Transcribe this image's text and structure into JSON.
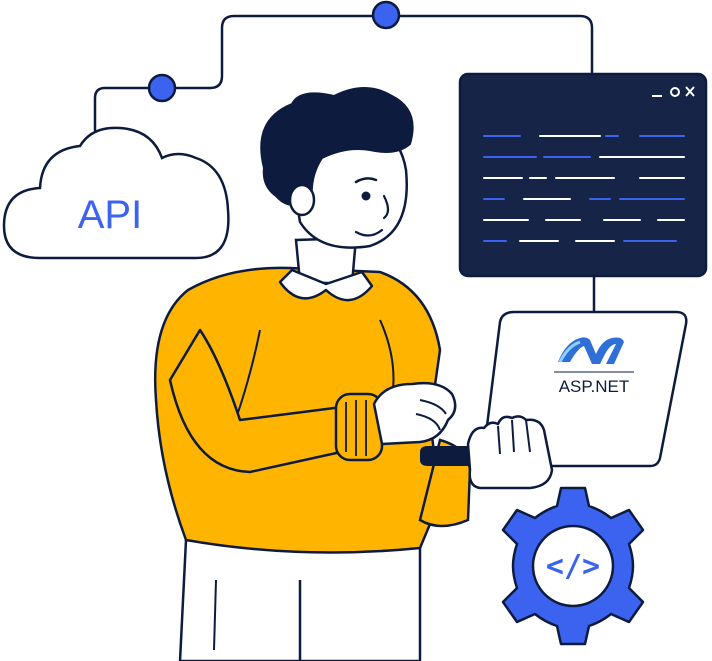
{
  "cloud": {
    "label": "API"
  },
  "laptop": {
    "brand_label": "ASP.NET",
    "logo": "asp-net-logo"
  },
  "gear": {
    "symbol": "</>",
    "icon": "code-gear-icon"
  },
  "code_window": {
    "controls": [
      "minimize-icon",
      "restore-icon",
      "close-icon"
    ]
  },
  "colors": {
    "accent_blue": "#3c63f0",
    "dark_navy": "#162447",
    "outline": "#0d1b3e",
    "sweater": "#ffb400",
    "white": "#ffffff"
  }
}
